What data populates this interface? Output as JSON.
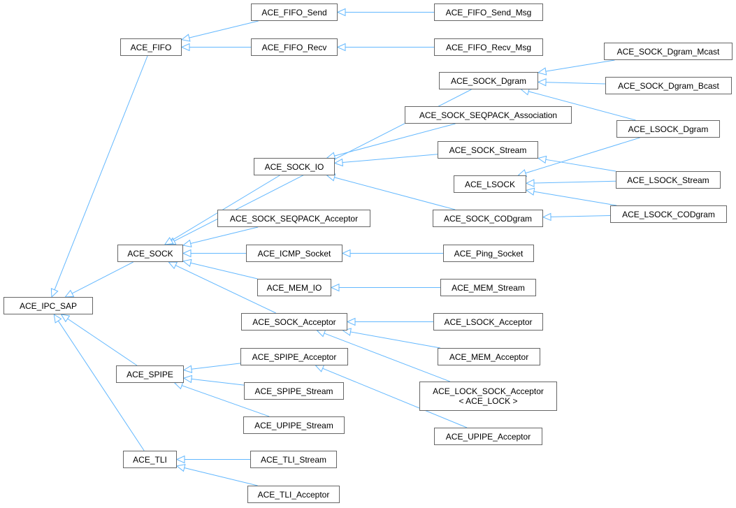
{
  "diagram": {
    "edge_color": "#63b8ff",
    "node_border_color": "#666666",
    "nodes": {
      "ipc_sap": [
        "ACE_IPC_SAP"
      ],
      "fifo": [
        "ACE_FIFO"
      ],
      "fifo_send": [
        "ACE_FIFO_Send"
      ],
      "fifo_recv": [
        "ACE_FIFO_Recv"
      ],
      "fifo_send_msg": [
        "ACE_FIFO_Send_Msg"
      ],
      "fifo_recv_msg": [
        "ACE_FIFO_Recv_Msg"
      ],
      "sock_dgram": [
        "ACE_SOCK_Dgram"
      ],
      "sock_dgram_mcast": [
        "ACE_SOCK_Dgram_Mcast"
      ],
      "sock_dgram_bcast": [
        "ACE_SOCK_Dgram_Bcast"
      ],
      "lsock_dgram": [
        "ACE_LSOCK_Dgram"
      ],
      "sock_seqpack_assoc": [
        "ACE_SOCK_SEQPACK_Association"
      ],
      "sock_io": [
        "ACE_SOCK_IO"
      ],
      "sock_stream": [
        "ACE_SOCK_Stream"
      ],
      "lsock": [
        "ACE_LSOCK"
      ],
      "lsock_stream": [
        "ACE_LSOCK_Stream"
      ],
      "sock_codgram": [
        "ACE_SOCK_CODgram"
      ],
      "lsock_codgram": [
        "ACE_LSOCK_CODgram"
      ],
      "sock_seqpack_acceptor": [
        "ACE_SOCK_SEQPACK_Acceptor"
      ],
      "sock": [
        "ACE_SOCK"
      ],
      "icmp_socket": [
        "ACE_ICMP_Socket"
      ],
      "ping_socket": [
        "ACE_Ping_Socket"
      ],
      "mem_io": [
        "ACE_MEM_IO"
      ],
      "mem_stream": [
        "ACE_MEM_Stream"
      ],
      "sock_acceptor": [
        "ACE_SOCK_Acceptor"
      ],
      "lsock_acceptor": [
        "ACE_LSOCK_Acceptor"
      ],
      "mem_acceptor": [
        "ACE_MEM_Acceptor"
      ],
      "lock_sock_acceptor": [
        "ACE_LOCK_SOCK_Acceptor",
        "< ACE_LOCK >"
      ],
      "spipe_acceptor": [
        "ACE_SPIPE_Acceptor"
      ],
      "spipe": [
        "ACE_SPIPE"
      ],
      "spipe_stream": [
        "ACE_SPIPE_Stream"
      ],
      "upipe_stream": [
        "ACE_UPIPE_Stream"
      ],
      "upipe_acceptor": [
        "ACE_UPIPE_Acceptor"
      ],
      "tli": [
        "ACE_TLI"
      ],
      "tli_stream": [
        "ACE_TLI_Stream"
      ],
      "tli_acceptor": [
        "ACE_TLI_Acceptor"
      ]
    },
    "edges": [
      [
        "fifo",
        "ipc_sap"
      ],
      [
        "sock",
        "ipc_sap"
      ],
      [
        "spipe",
        "ipc_sap"
      ],
      [
        "tli",
        "ipc_sap"
      ],
      [
        "fifo_send",
        "fifo"
      ],
      [
        "fifo_recv",
        "fifo"
      ],
      [
        "fifo_send_msg",
        "fifo_send"
      ],
      [
        "fifo_recv_msg",
        "fifo_recv"
      ],
      [
        "sock_dgram",
        "sock"
      ],
      [
        "sock_io",
        "sock"
      ],
      [
        "sock_seqpack_acceptor",
        "sock"
      ],
      [
        "icmp_socket",
        "sock"
      ],
      [
        "mem_io",
        "sock"
      ],
      [
        "sock_acceptor",
        "sock"
      ],
      [
        "sock_dgram_mcast",
        "sock_dgram"
      ],
      [
        "sock_dgram_bcast",
        "sock_dgram"
      ],
      [
        "lsock_dgram",
        "sock_dgram"
      ],
      [
        "sock_seqpack_assoc",
        "sock_io"
      ],
      [
        "sock_stream",
        "sock_io"
      ],
      [
        "sock_codgram",
        "sock_io"
      ],
      [
        "lsock_dgram",
        "lsock"
      ],
      [
        "lsock_stream",
        "lsock"
      ],
      [
        "lsock_codgram",
        "lsock"
      ],
      [
        "lsock_stream",
        "sock_stream"
      ],
      [
        "lsock_codgram",
        "sock_codgram"
      ],
      [
        "ping_socket",
        "icmp_socket"
      ],
      [
        "mem_stream",
        "mem_io"
      ],
      [
        "lsock_acceptor",
        "sock_acceptor"
      ],
      [
        "mem_acceptor",
        "sock_acceptor"
      ],
      [
        "lock_sock_acceptor",
        "sock_acceptor"
      ],
      [
        "spipe_acceptor",
        "spipe"
      ],
      [
        "spipe_stream",
        "spipe"
      ],
      [
        "upipe_stream",
        "spipe"
      ],
      [
        "upipe_acceptor",
        "spipe_acceptor"
      ],
      [
        "tli_stream",
        "tli"
      ],
      [
        "tli_acceptor",
        "tli"
      ]
    ]
  }
}
